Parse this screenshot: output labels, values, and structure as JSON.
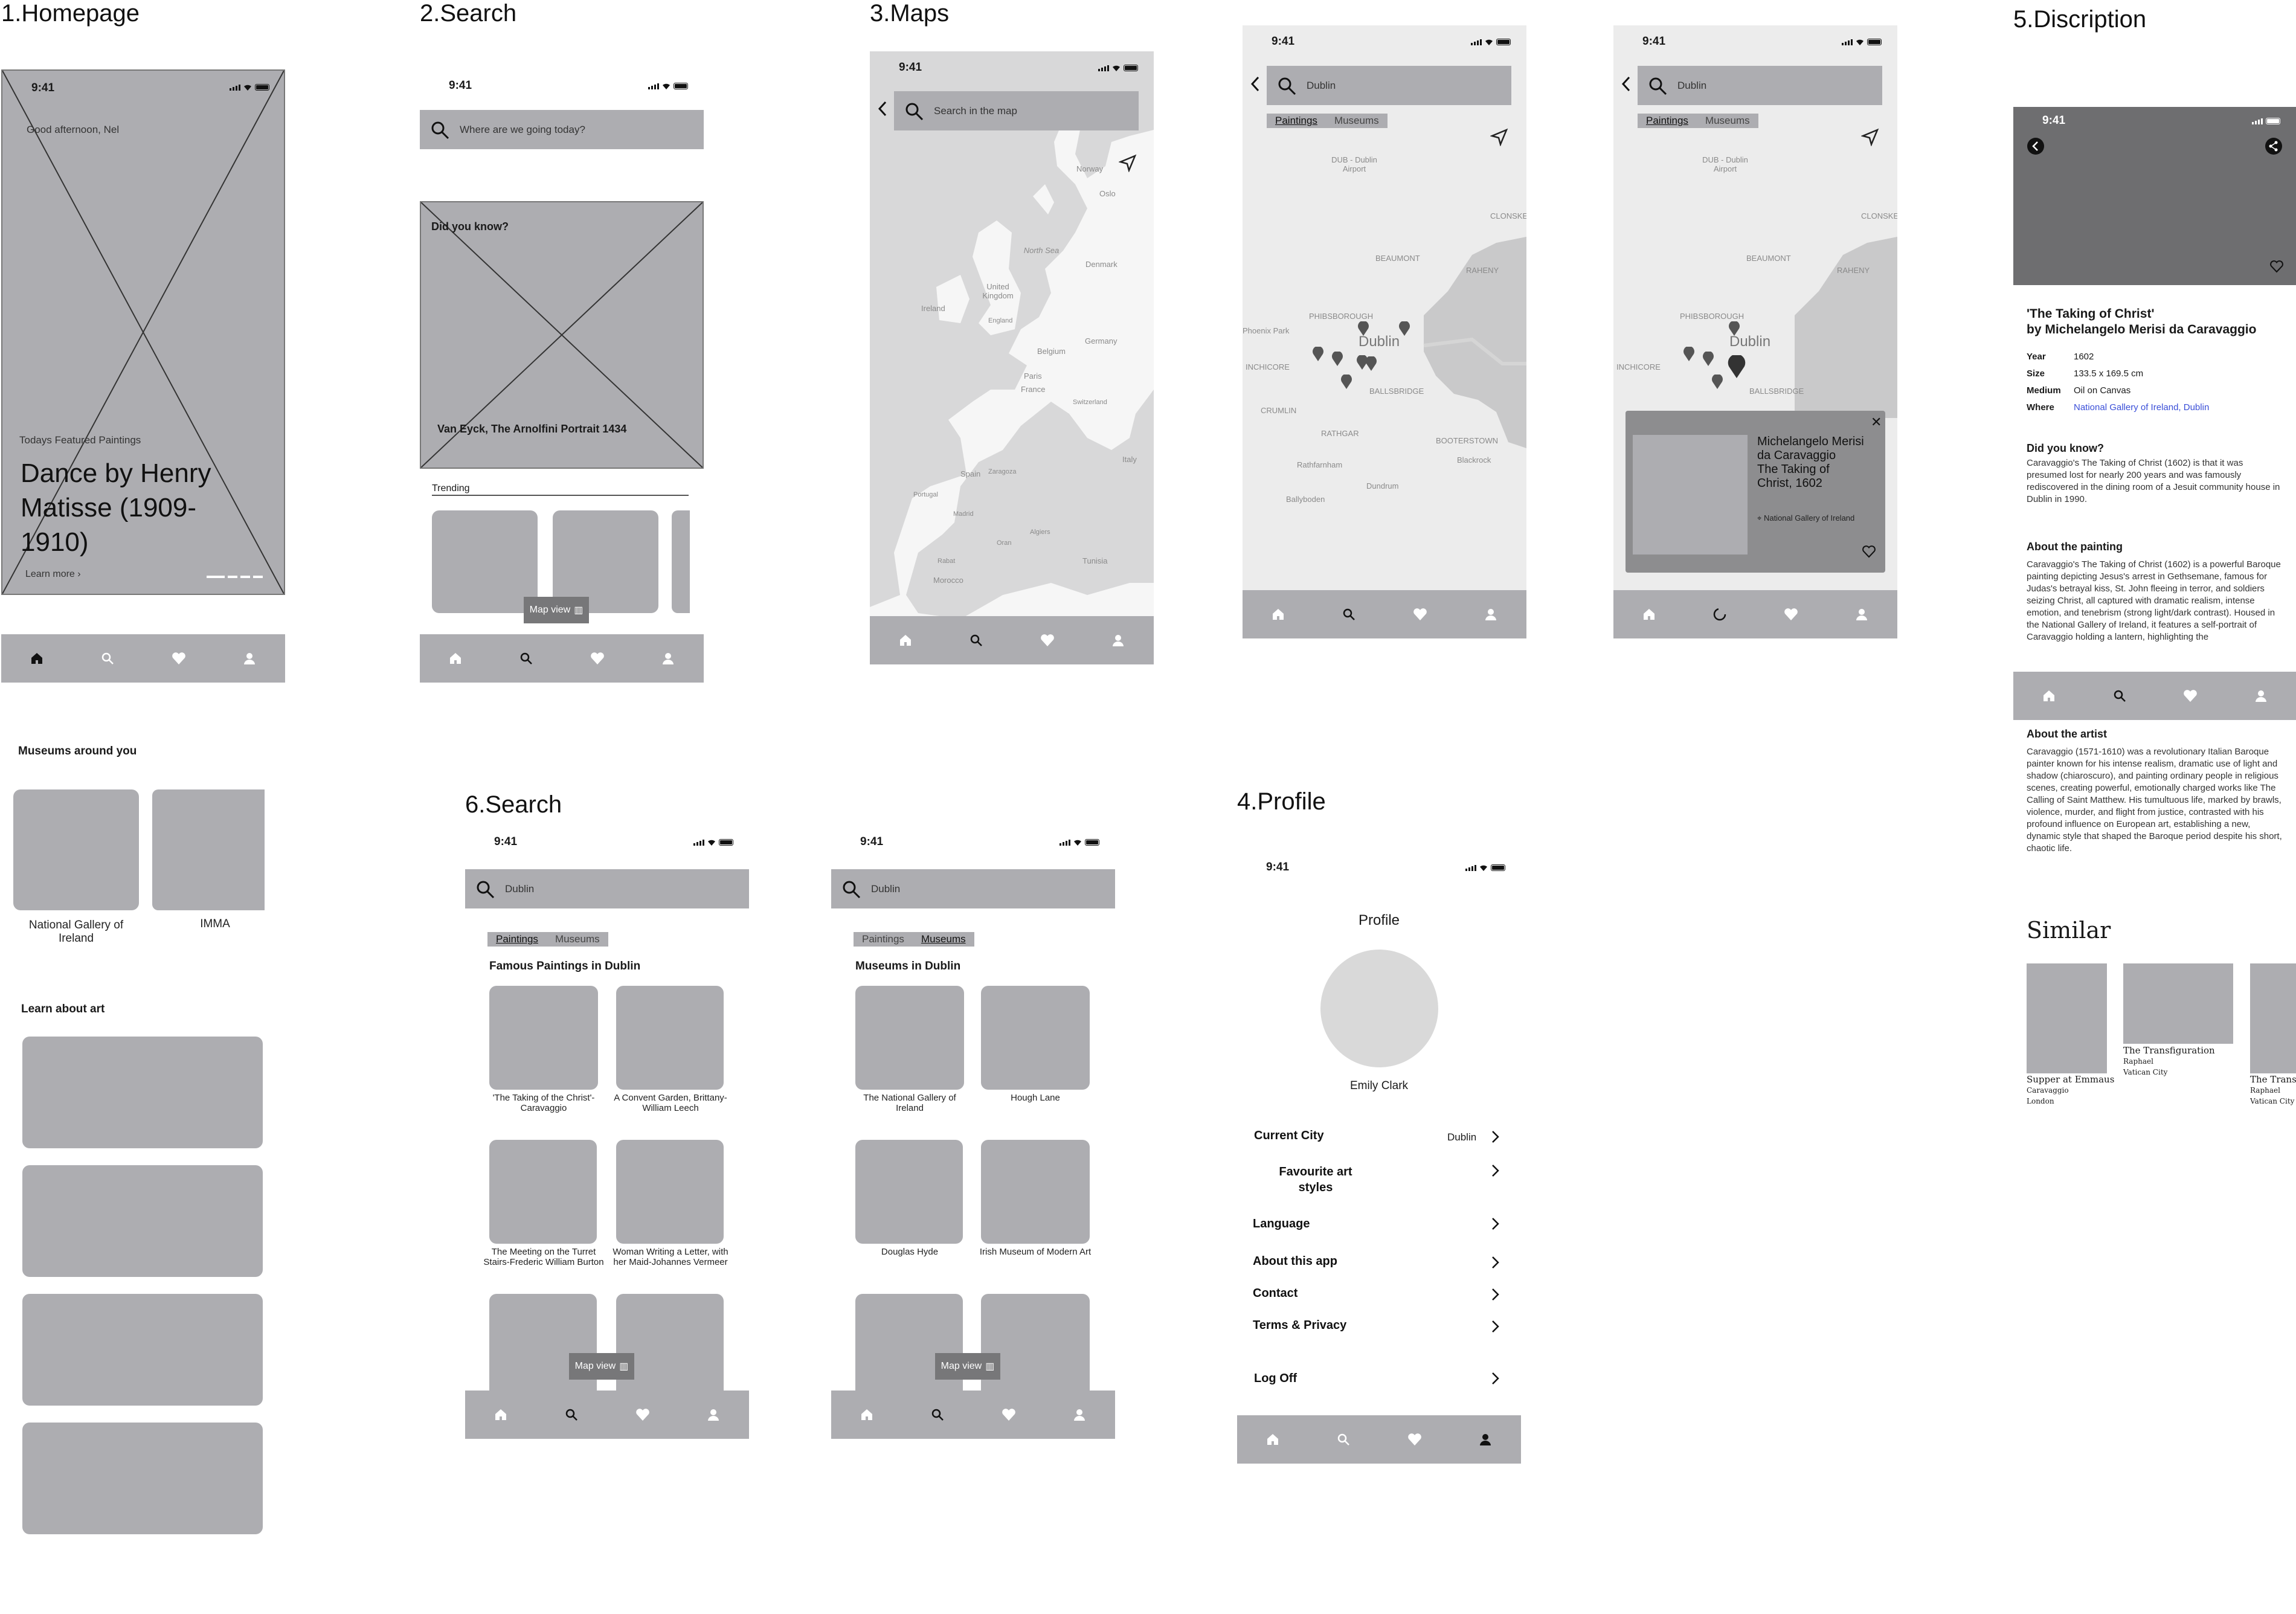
{
  "status_time": "9:41",
  "sections": {
    "homepage": "1.Homepage",
    "search": "2.Search",
    "maps": "3.Maps",
    "profile": "4.Profile",
    "description": "5.Discription",
    "search2": "6.Search"
  },
  "homepage": {
    "greeting": "Good afternoon, Nel",
    "featured_caption": "Todays Featured Paintings",
    "featured_title": "Dance by Henry Matisse (1909-1910)",
    "learn_more": "Learn more",
    "museums_heading": "Museums around you",
    "museums": [
      "National Gallery of Ireland",
      "IMMA"
    ],
    "learn_heading": "Learn about art"
  },
  "search": {
    "placeholder": "Where are we going today?",
    "did_you_know": "Did you know?",
    "did_you_know_caption": "Van Eyck, The Arnolfini Portrait 1434",
    "trending": "Trending",
    "map_view": "Map view"
  },
  "maps": {
    "search_placeholder": "Search in the map",
    "europe_labels": [
      "Norway",
      "North Sea",
      "Denmark",
      "United Kingdom",
      "Ireland",
      "England",
      "Belgium",
      "Germany",
      "Paris",
      "France",
      "Switzerland",
      "Spain",
      "Italy",
      "Portugal",
      "Madrid",
      "Algiers",
      "Tunisia",
      "Morocco",
      "Zaragoza",
      "Rabat",
      "Oran",
      "Oslo"
    ],
    "dublin_query": "Dublin",
    "tabs": [
      "Paintings",
      "Museums"
    ],
    "dublin_labels": [
      "DUB - Dublin Airport",
      "Dublin",
      "CLONSKEAGH",
      "BEAUMONT",
      "RAHENY",
      "PHIBSBOROUGH",
      "INCHICORE",
      "BALLSBRIDGE",
      "CRUMLIN",
      "RATHGAR",
      "BOOTERSTOWN",
      "Rathfarnham",
      "Dundrum",
      "Blackrock",
      "Ballyboden",
      "Phoenix Park"
    ],
    "popup": {
      "artist": "Michelangelo Merisi da Caravaggio",
      "work": "The Taking of Christ, 1602",
      "location": "National Gallery of Ireland"
    }
  },
  "profile": {
    "heading": "Profile",
    "name": "Emily Clark",
    "rows": [
      {
        "label": "Current City",
        "value": "Dublin"
      },
      {
        "label": "Favourite art styles",
        "value": ""
      },
      {
        "label": "Language",
        "value": ""
      },
      {
        "label": "About this app",
        "value": ""
      },
      {
        "label": "Contact",
        "value": ""
      },
      {
        "label": "Terms & Privacy",
        "value": ""
      },
      {
        "label": "Log Off",
        "value": ""
      }
    ]
  },
  "description": {
    "title_line1": "'The Taking of Christ'",
    "title_line2": "by Michelangelo Merisi da Caravaggio",
    "specs": [
      {
        "key": "Year",
        "value": "1602"
      },
      {
        "key": "Size",
        "value": "133.5 x 169.5 cm"
      },
      {
        "key": "Medium",
        "value": "Oil on Canvas"
      },
      {
        "key": "Where",
        "value": "National Gallery of Ireland, Dublin"
      }
    ],
    "did_you_know_heading": "Did you know?",
    "did_you_know_text": "Caravaggio's The Taking of Christ (1602) is that it was presumed lost for nearly 200 years and was famously rediscovered in the dining room of a Jesuit community house in Dublin in 1990.",
    "about_painting_heading": "About the painting",
    "about_painting_text": "Caravaggio's The Taking of Christ (1602) is a powerful Baroque painting depicting Jesus's arrest in Gethsemane, famous for Judas's betrayal kiss, St. John fleeing in terror, and soldiers seizing Christ, all captured with dramatic realism, intense emotion, and tenebrism (strong light/dark contrast). Housed in the National Gallery of Ireland, it features a self-portrait of Caravaggio holding a lantern, highlighting the",
    "about_artist_heading": "About the artist",
    "about_artist_text": "Caravaggio (1571-1610) was a revolutionary Italian Baroque painter known for his intense realism, dramatic use of light and shadow (chiaroscuro), and painting ordinary people in religious scenes, creating powerful, emotionally charged works like The Calling of Saint Matthew. His tumultuous life, marked by brawls, violence, murder, and flight from justice, contrasted with his profound influence on European art, establishing a new, dynamic style that shaped the Baroque period despite his short, chaotic life.",
    "similar_heading": "Similar",
    "similar": [
      {
        "title": "Supper at Emmaus",
        "artist": "Caravaggio",
        "place": "London"
      },
      {
        "title": "The Transfiguration",
        "artist": "Raphael",
        "place": "Vatican City"
      },
      {
        "title": "The Transf",
        "artist": "Raphael",
        "place": "Vatican City"
      }
    ]
  },
  "search2": {
    "query": "Dublin",
    "tabs": [
      "Paintings",
      "Museums"
    ],
    "paintings_heading": "Famous Paintings in Dublin",
    "paintings": [
      "'The Taking of the Christ'-Caravaggio",
      "A Convent Garden, Brittany-William Leech",
      "The Meeting on the Turret Stairs-Frederic William Burton",
      "Woman Writing a Letter, with her Maid-Johannes Vermeer"
    ],
    "museums_heading": "Museums in Dublin",
    "museums": [
      "The National Gallery of Ireland",
      "Hough Lane",
      "Douglas Hyde",
      "Irish Museum of Modern Art"
    ],
    "map_view": "Map view"
  },
  "colors": {
    "placeholder": "#adadb1",
    "dark_header": "#6e6e70",
    "link": "#3a4fd8"
  }
}
